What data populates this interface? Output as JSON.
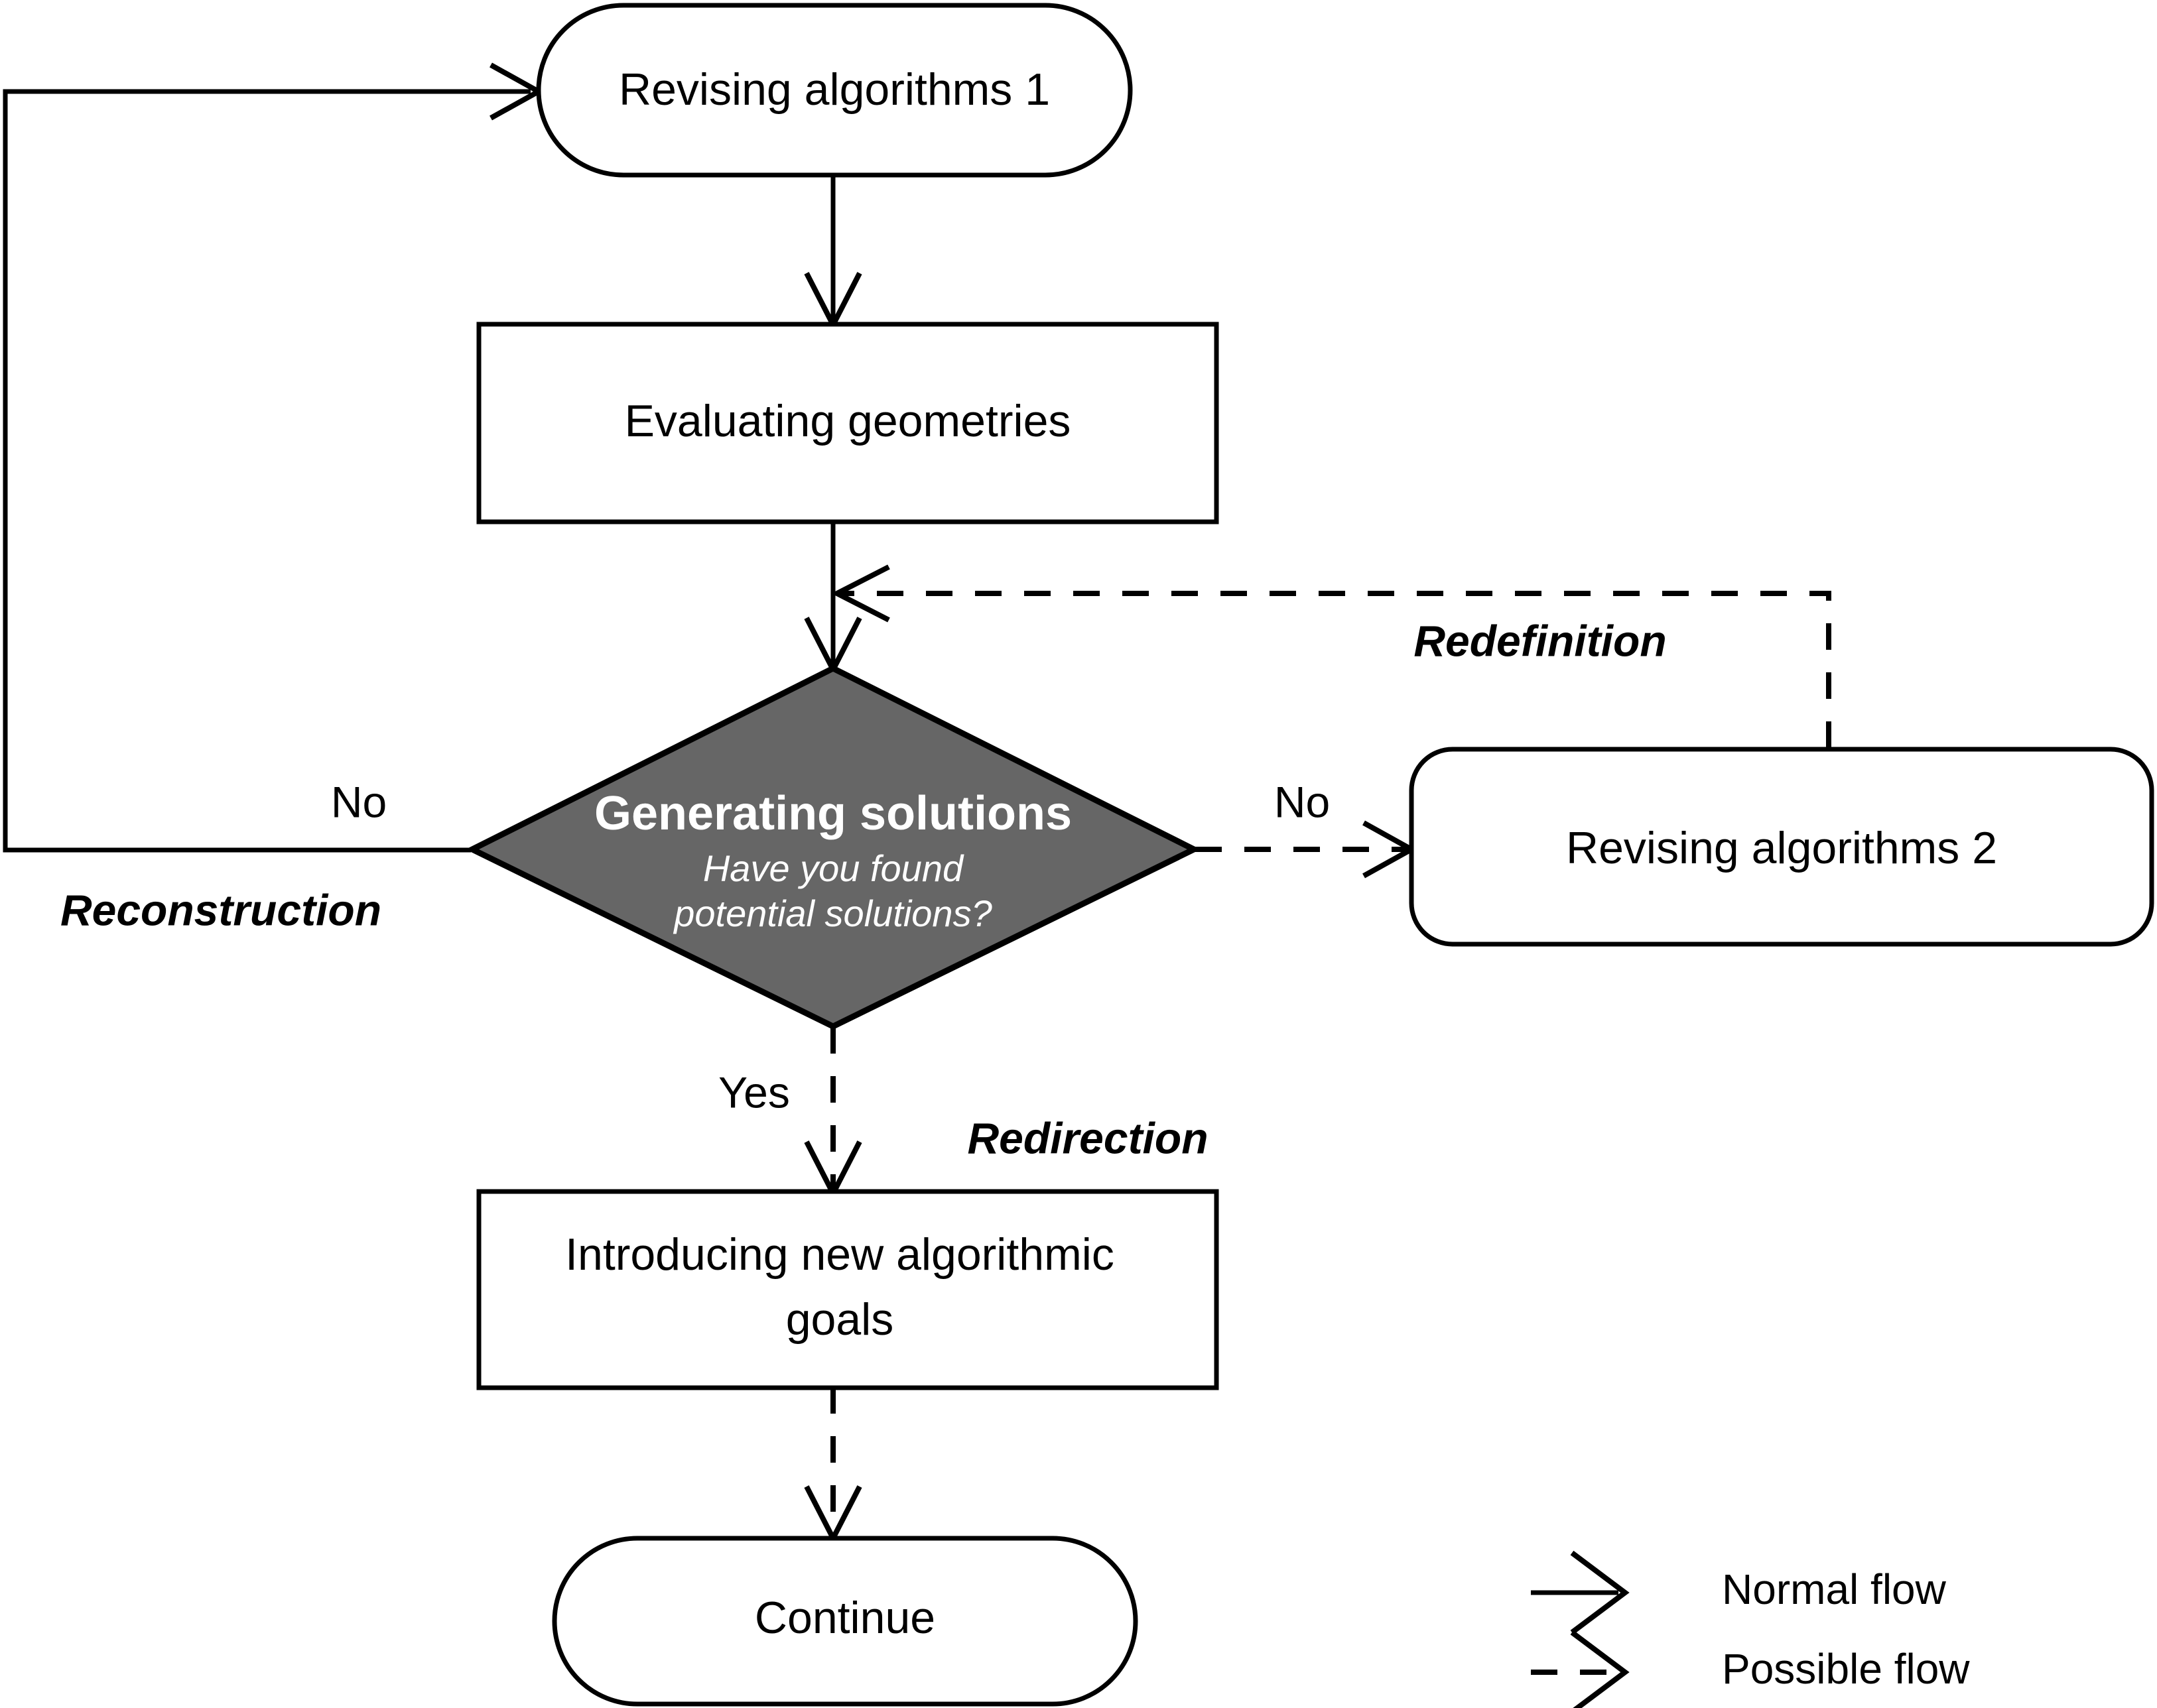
{
  "diagram": {
    "type": "flowchart",
    "title": "",
    "background_color": "#ffffff",
    "decision_fill_color": "#666666",
    "line_color": "#000000",
    "nodes": [
      {
        "id": "revising1",
        "shape": "stadium",
        "label": "Revising algorithms 1"
      },
      {
        "id": "evaluating",
        "shape": "rectangle",
        "label": "Evaluating geometries"
      },
      {
        "id": "generating",
        "shape": "diamond",
        "title": "Generating solutions",
        "question_line1": "Have you found",
        "question_line2": "potential solutions?"
      },
      {
        "id": "revising2",
        "shape": "rounded-rectangle",
        "label": "Revising algorithms 2"
      },
      {
        "id": "introducing",
        "shape": "rectangle",
        "label_line1": "Introducing new algorithmic",
        "label_line2": "goals"
      },
      {
        "id": "continue",
        "shape": "stadium",
        "label": "Continue"
      }
    ],
    "edge_labels": {
      "no_left": "No",
      "no_right": "No",
      "yes_down": "Yes"
    },
    "phase_labels": {
      "reconstruction": "Reconstruction",
      "redefinition": "Redefinition",
      "redirection": "Redirection"
    },
    "legend": {
      "items": [
        {
          "style": "solid",
          "label": "Normal flow"
        },
        {
          "style": "dashed",
          "label": "Possible flow"
        }
      ]
    }
  }
}
